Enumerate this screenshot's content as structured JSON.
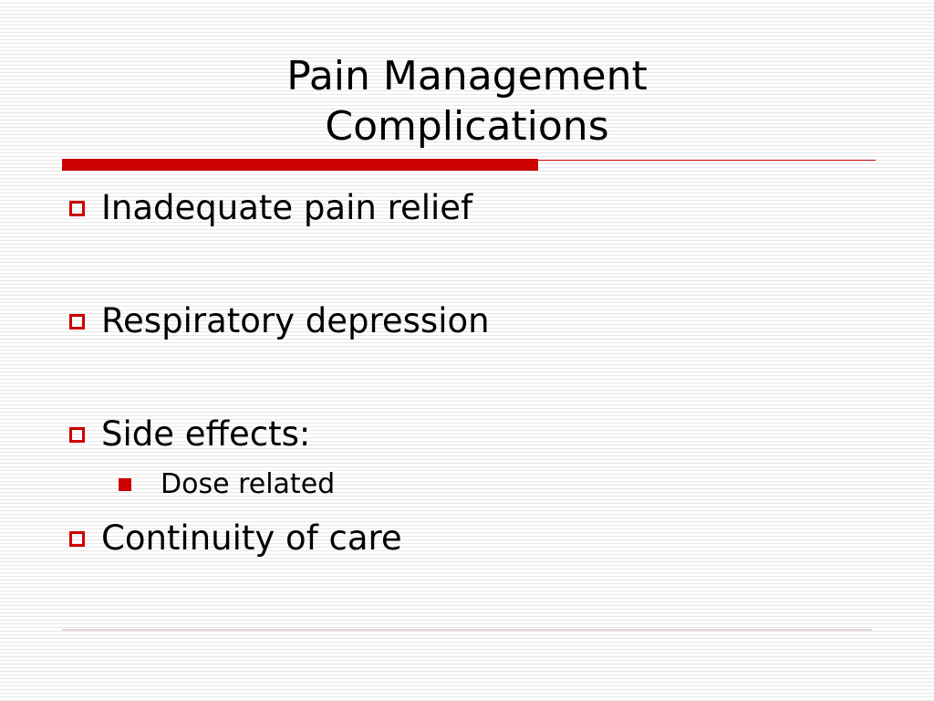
{
  "slide": {
    "title_line1": "Pain Management",
    "title_line2": "Complications",
    "bullets": [
      {
        "text": "Inadequate pain relief",
        "icon": "hollow-square-bullet-icon"
      },
      {
        "text": "Respiratory depression",
        "icon": "hollow-square-bullet-icon"
      },
      {
        "text": "Side effects:",
        "icon": "hollow-square-bullet-icon",
        "sub_bullets": [
          {
            "text": "Dose related",
            "icon": "filled-square-bullet-icon"
          }
        ]
      },
      {
        "text": "Continuity of care",
        "icon": "hollow-square-bullet-icon"
      }
    ]
  },
  "colors": {
    "accent": "#cc0000",
    "background": "#ffffff",
    "stripe": "#e6e6e6",
    "text": "#000000"
  }
}
